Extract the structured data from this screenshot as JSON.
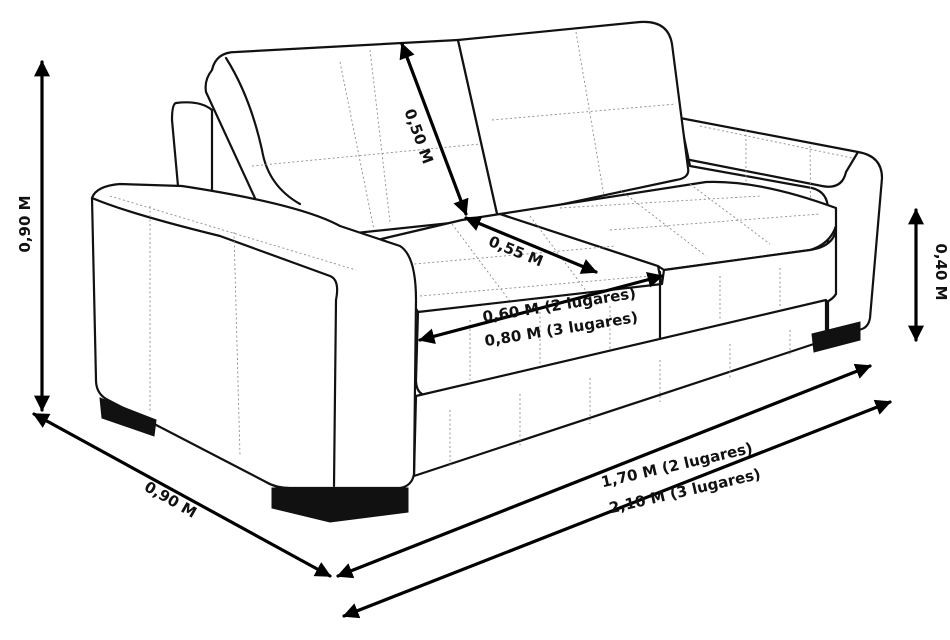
{
  "colors": {
    "outline": "#111111",
    "stitch": "#8c8c8c",
    "feet": "#111111",
    "background": "#ffffff"
  },
  "dimensions": {
    "total_height": "0,90 M",
    "backrest_height": "0,50 M",
    "seat_depth": "0,55 M",
    "seat_width_2": "0,60 M (2 lugares)",
    "seat_width_3": "0,80 M (3 lugares)",
    "seat_height": "0,40 M",
    "depth": "0,90 M",
    "width_2": "1,70 M (2 lugares)",
    "width_3": "2,10 M (3 lugares)"
  }
}
